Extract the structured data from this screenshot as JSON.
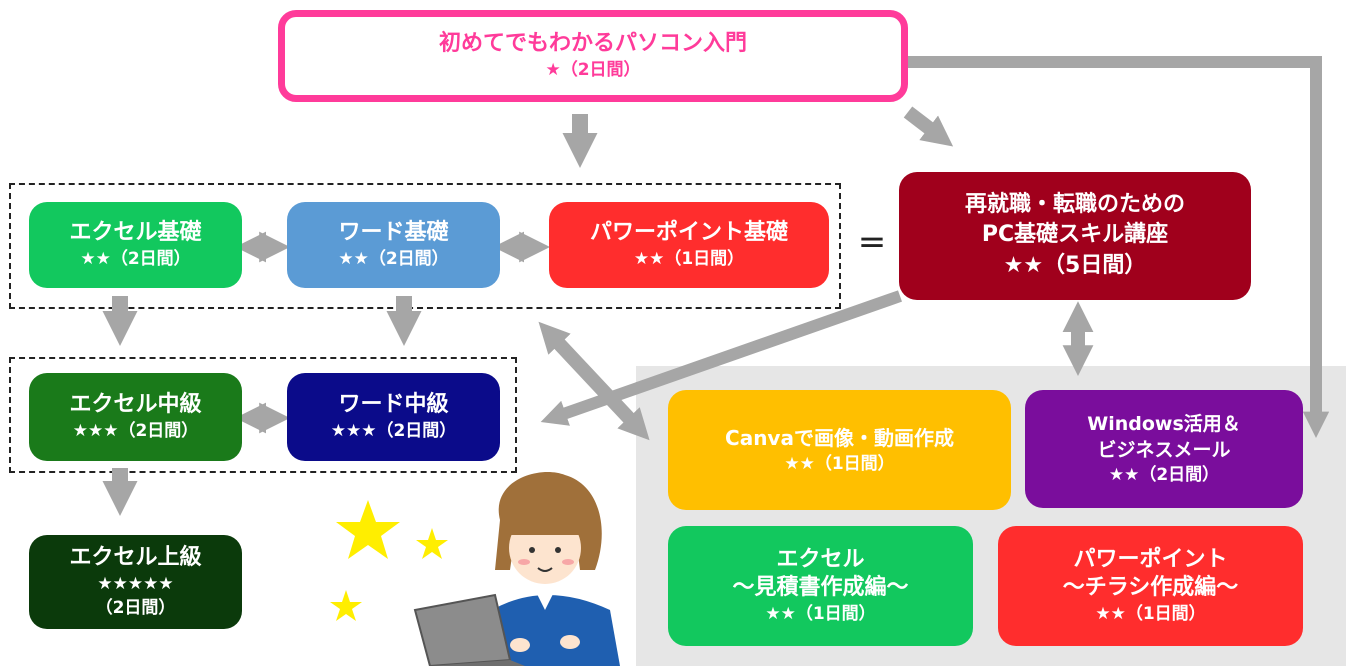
{
  "intro": {
    "title": "初めてでもわかるパソコン入門",
    "level": "★（2日間）"
  },
  "excel_basic": {
    "title": "エクセル基礎",
    "level": "★★（2日間）"
  },
  "word_basic": {
    "title": "ワード基礎",
    "level": "★★（2日間）"
  },
  "ppt_basic": {
    "title": "パワーポイント基礎",
    "level": "★★（1日間）"
  },
  "equals": "＝",
  "reemploy": {
    "title": "再就職・転職のための\nPC基礎スキル講座",
    "level": "★★（5日間）"
  },
  "excel_mid": {
    "title": "エクセル中級",
    "level": "★★★（2日間）"
  },
  "word_mid": {
    "title": "ワード中級",
    "level": "★★★（2日間）"
  },
  "excel_adv": {
    "title": "エクセル上級",
    "level": "★★★★★\n（2日間）"
  },
  "canva": {
    "title": "Canvaで画像・動画作成",
    "level": "★★（1日間）"
  },
  "windows": {
    "title": "Windows活用＆\nビジネスメール",
    "level": "★★（2日間）"
  },
  "excel_quote": {
    "title": "エクセル\n～見積書作成編～",
    "level": "★★（1日間）"
  },
  "ppt_flyer": {
    "title": "パワーポイント\n～チラシ作成編～",
    "level": "★★（1日間）"
  },
  "colors": {
    "pink": "#ff3b9a",
    "green": "#12c85e",
    "blue": "#5b9bd5",
    "red": "#ff2d2d",
    "maroon": "#a0001c",
    "dark_green": "#1a7a1a",
    "navy": "#0b0b8a",
    "darkest_green": "#0b3a0b",
    "amber": "#ffbf00",
    "purple": "#7a0d9c",
    "arrow_gray": "#a6a6a6"
  }
}
